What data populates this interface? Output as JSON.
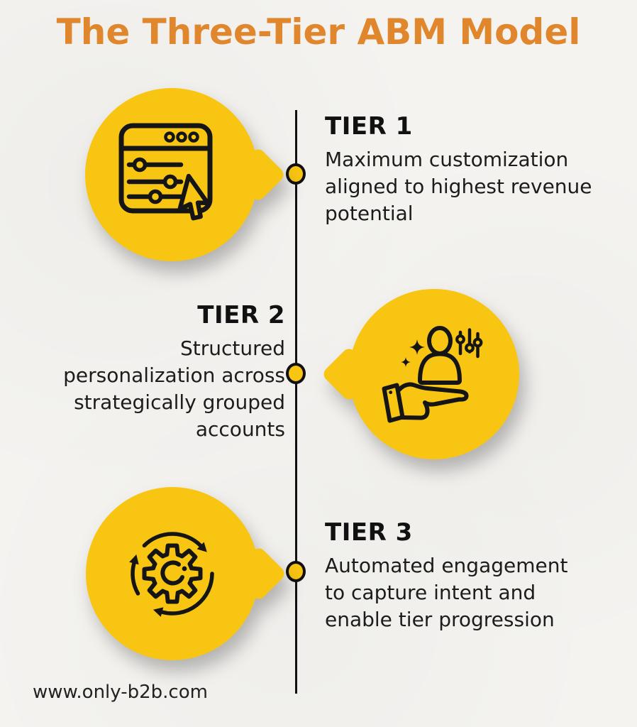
{
  "title": "The Three-Tier ABM Model",
  "footer": {
    "website": "www.only-b2b.com"
  },
  "colors": {
    "orange": "#E0872E",
    "yellow": "#F9C513",
    "black": "#161616",
    "background": "#F4F3F0"
  },
  "tiers": [
    {
      "heading": "TIER 1",
      "lines": [
        "Maximum customization",
        "aligned to highest revenue",
        "potential"
      ],
      "icon": "browser-settings-cursor-icon"
    },
    {
      "heading": "TIER 2",
      "lines": [
        "Structured",
        "personalization across",
        "strategically grouped",
        "accounts"
      ],
      "icon": "hand-holding-person-icon"
    },
    {
      "heading": "TIER 3",
      "lines": [
        "Automated engagement",
        "to capture intent and",
        "enable tier progression"
      ],
      "icon": "gear-cycle-arrows-icon"
    }
  ]
}
